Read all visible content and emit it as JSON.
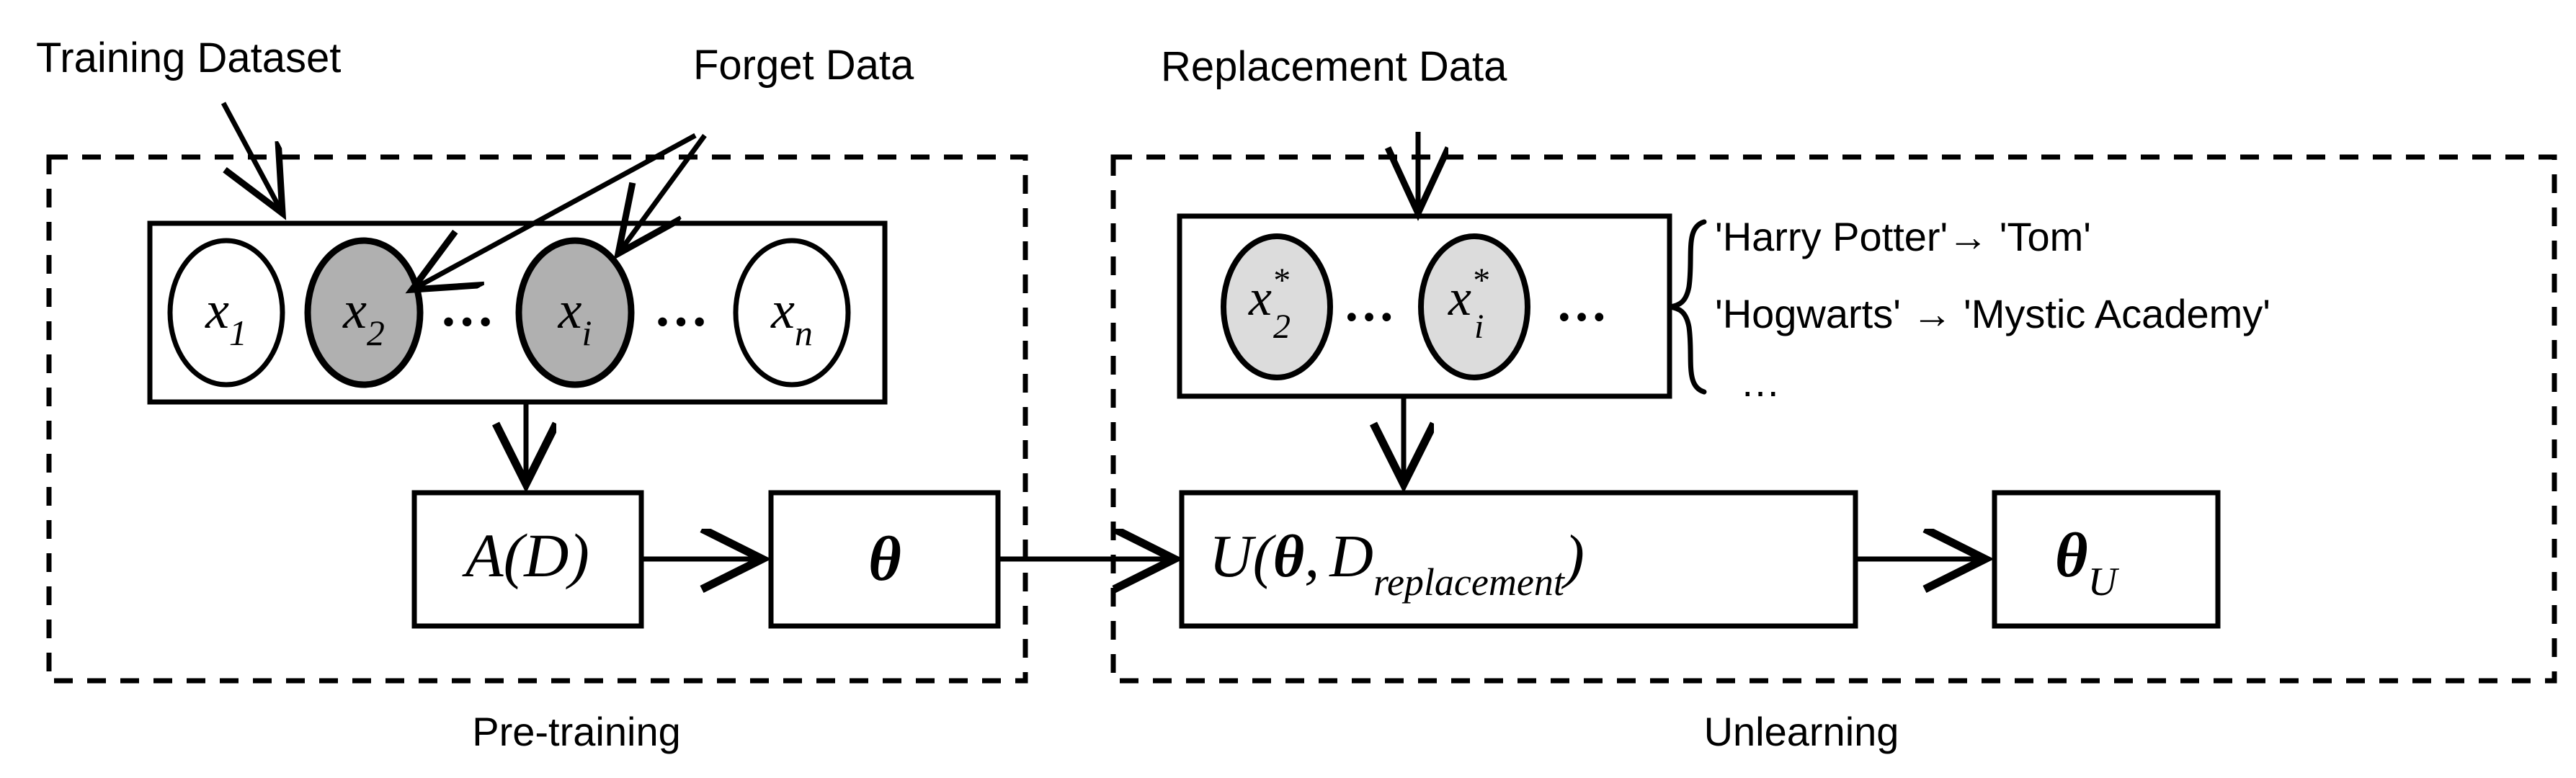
{
  "figure": {
    "title": "Machine unlearning via replacement data pipeline",
    "background": "#ffffff",
    "stroke": "#000000",
    "forget_fill": "#b0b0b0",
    "replacement_fill": "#dcdcdc",
    "plain_fill": "#ffffff"
  },
  "annotations": {
    "training_dataset": "Training Dataset",
    "forget_data": "Forget Data",
    "replacement_data": "Replacement Data"
  },
  "panels": {
    "left": {
      "caption": "Pre-training"
    },
    "right": {
      "caption": "Unlearning"
    }
  },
  "left_panel": {
    "dataset_nodes": [
      {
        "label": "x",
        "sub": "1",
        "sup": "",
        "state": "kept"
      },
      {
        "label": "x",
        "sub": "2",
        "sup": "",
        "state": "forget"
      },
      {
        "label": "x",
        "sub": "i",
        "sup": "",
        "state": "forget"
      },
      {
        "label": "x",
        "sub": "n",
        "sup": "",
        "state": "kept"
      }
    ],
    "ellipsis": [
      "…",
      "…"
    ],
    "algorithm_box": "A(D)",
    "algorithm_fn": "A",
    "algorithm_arg": "(D)",
    "theta_box": "θ"
  },
  "right_panel": {
    "replacement_nodes": [
      {
        "label": "x",
        "sub": "2",
        "sup": "*",
        "state": "replacement"
      },
      {
        "label": "x",
        "sub": "i",
        "sup": "*",
        "state": "replacement"
      }
    ],
    "ellipsis": [
      "…",
      "…"
    ],
    "unlearn_fn": "U",
    "unlearn_open": "(",
    "unlearn_theta": "θ",
    "unlearn_comma": ",",
    "unlearn_d": "D",
    "unlearn_sub": "replacement",
    "unlearn_close": ")",
    "unlearn_box_full": "U(θ, D_replacement)",
    "theta_u_box": "θ",
    "theta_u_sub": "U"
  },
  "mappings": [
    "'Harry Potter'→ 'Tom'",
    "'Hogwarts' → 'Mystic Academy'",
    "…"
  ]
}
